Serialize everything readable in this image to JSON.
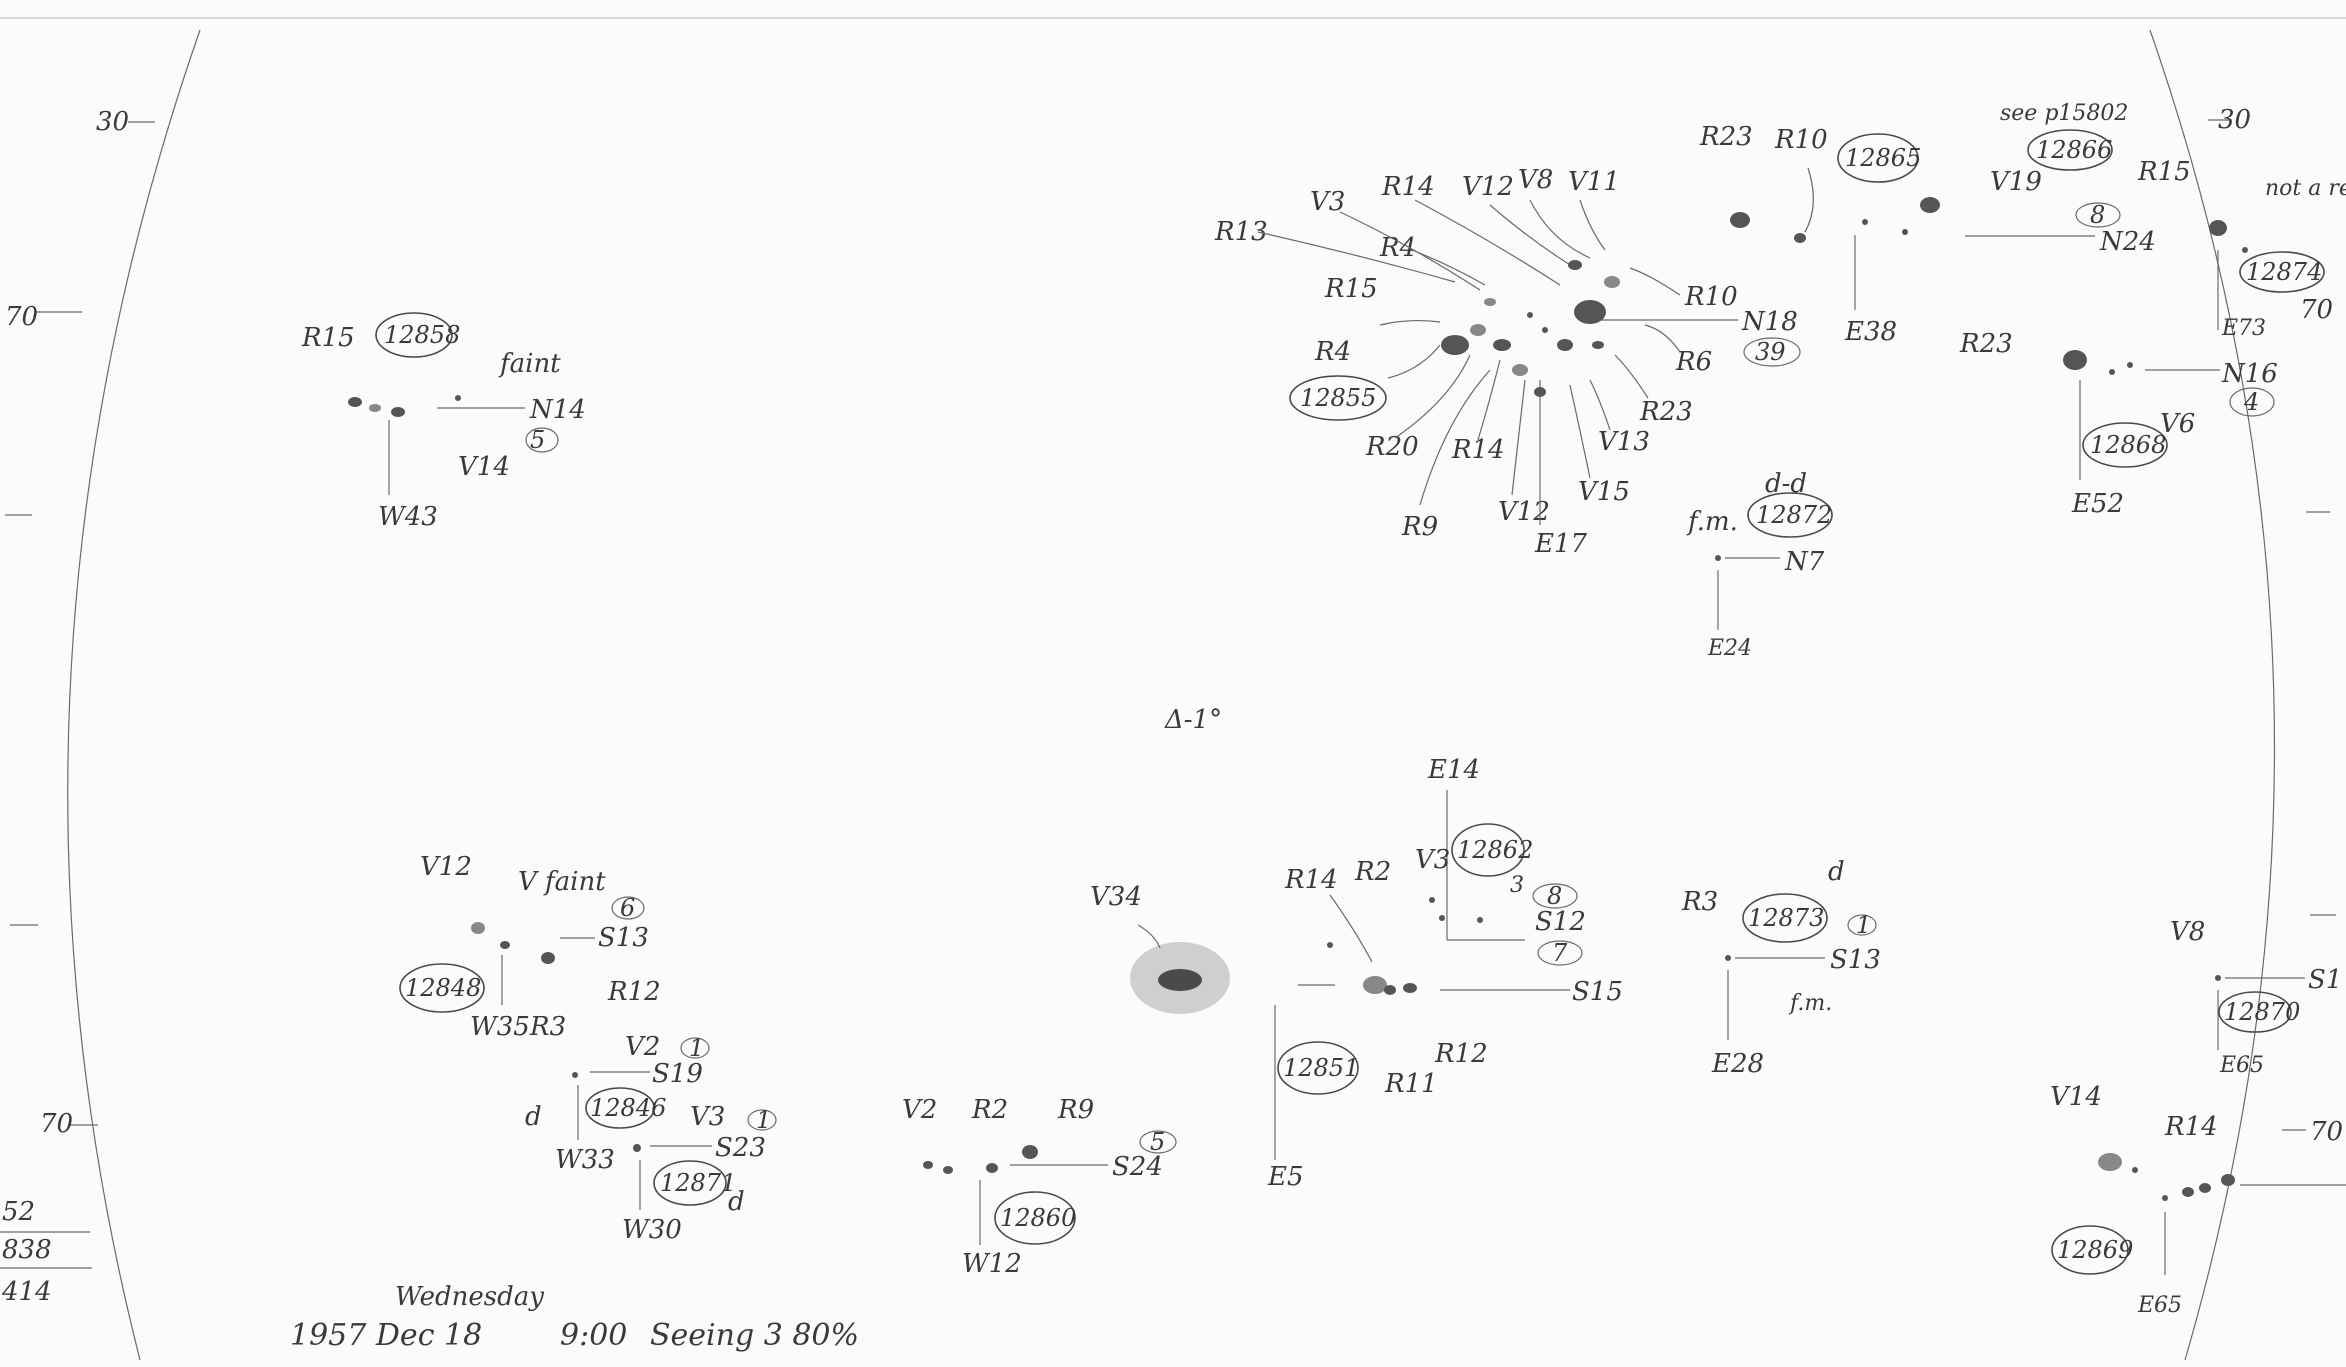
{
  "margin_ticks": {
    "left": [
      "30",
      "70",
      "70"
    ],
    "right": [
      "30",
      "70",
      "70"
    ]
  },
  "left_margin_figures": [
    "52",
    "838",
    "414"
  ],
  "center_mark": "Δ-1°",
  "footer": {
    "day": "Wednesday",
    "text": "1957 Dec 18",
    "time": "9:00",
    "seeing": "Seeing 3 80%"
  },
  "groups": [
    {
      "id": "g12858",
      "number": "12858",
      "labels": [
        "R15",
        "faint",
        "N14",
        "V14",
        "W43"
      ],
      "count": "5"
    },
    {
      "id": "g12855",
      "number": "12855",
      "labels": [
        "R13",
        "V3",
        "R14",
        "R4",
        "R15",
        "R4",
        "R20",
        "R9",
        "R14",
        "V12",
        "E17",
        "V15",
        "V13",
        "R23",
        "R6",
        "R10",
        "V12",
        "V8",
        "V11",
        "N18"
      ],
      "count": "39"
    },
    {
      "id": "g12865",
      "number": "12865",
      "labels": [
        "R23",
        "R10",
        "E38"
      ]
    },
    {
      "id": "g12866",
      "number": "12866",
      "labels": [
        "see p15802",
        "V19",
        "N24"
      ],
      "count": "8"
    },
    {
      "id": "g12874",
      "number": "12874",
      "labels": [
        "R15",
        "not a return",
        "E73",
        "70"
      ]
    },
    {
      "id": "g12868",
      "number": "12868",
      "labels": [
        "R23",
        "V6",
        "N16",
        "E52"
      ],
      "count": "4"
    },
    {
      "id": "g12872",
      "number": "12872",
      "labels": [
        "d-d",
        "f.m.",
        "N7",
        "E24"
      ]
    },
    {
      "id": "g12848",
      "number": "12848",
      "labels": [
        "V12",
        "V faint",
        "S13",
        "R12",
        "W35",
        "R3"
      ],
      "count": "6"
    },
    {
      "id": "g12846",
      "number": "12846",
      "labels": [
        "V2",
        "S19",
        "d",
        "W33"
      ],
      "count": "1"
    },
    {
      "id": "g12871",
      "number": "12871",
      "labels": [
        "V3",
        "S23",
        "W30",
        "d"
      ],
      "count": "1"
    },
    {
      "id": "g12860",
      "number": "12860",
      "labels": [
        "V2",
        "R2",
        "R9",
        "S24",
        "W12"
      ],
      "count": "5"
    },
    {
      "id": "g12851",
      "number": "12851",
      "labels": [
        "V34",
        "R14",
        "R2",
        "R12",
        "R11",
        "S15",
        "E5"
      ],
      "count": "7"
    },
    {
      "id": "g12862",
      "number": "12862",
      "labels": [
        "E14",
        "V3",
        "3",
        "S12"
      ],
      "count": "8"
    },
    {
      "id": "g12873",
      "number": "12873",
      "labels": [
        "R3",
        "d",
        "S13",
        "f.m.",
        "E28"
      ],
      "count": "1"
    },
    {
      "id": "g12870",
      "number": "12870",
      "labels": [
        "V8",
        "S1",
        "E65"
      ]
    },
    {
      "id": "g12869",
      "number": "12869",
      "labels": [
        "V14",
        "R14",
        "E65",
        "70"
      ]
    }
  ]
}
